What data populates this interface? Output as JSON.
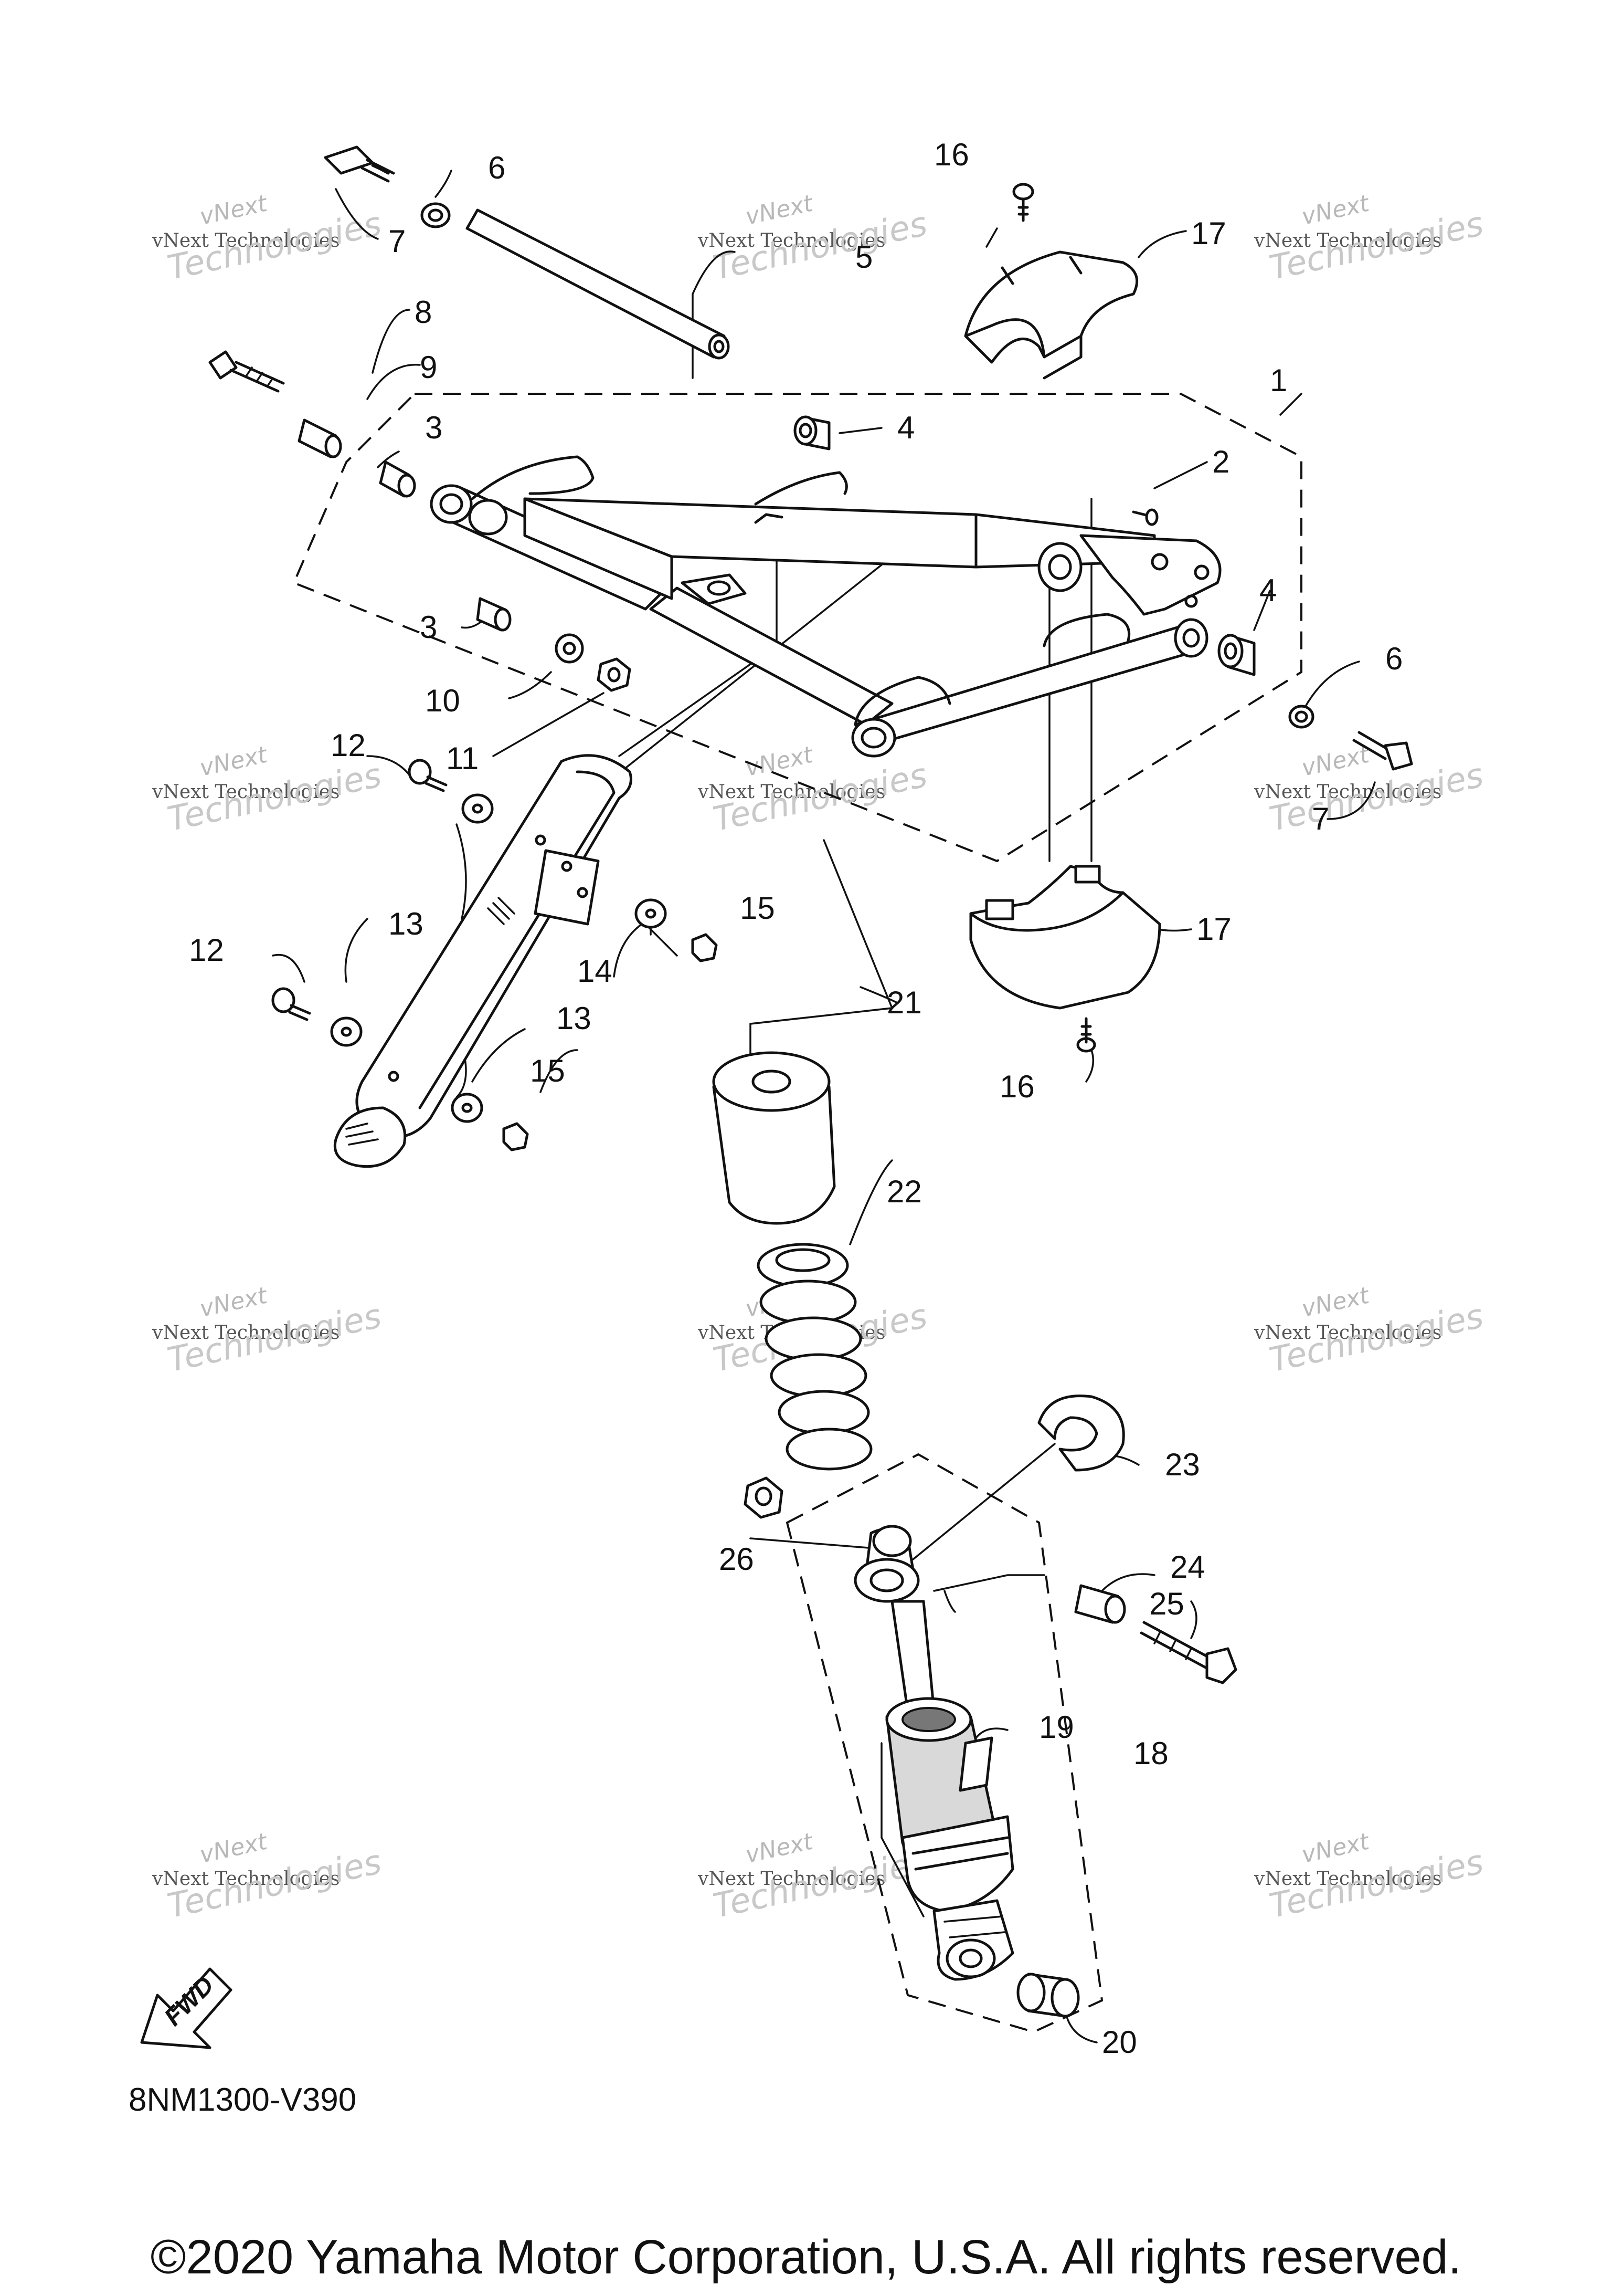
{
  "parts": {
    "p1": "1",
    "p2": "2",
    "p3a": "3",
    "p3b": "3",
    "p4a": "4",
    "p4b": "4",
    "p5": "5",
    "p6a": "6",
    "p6b": "6",
    "p7a": "7",
    "p7b": "7",
    "p8": "8",
    "p9": "9",
    "p10": "10",
    "p11": "11",
    "p12a": "12",
    "p12b": "12",
    "p13a": "13",
    "p13b": "13",
    "p14": "14",
    "p15a": "15",
    "p15b": "15",
    "p16a": "16",
    "p16b": "16",
    "p17a": "17",
    "p17b": "17",
    "p18": "18",
    "p19": "19",
    "p20": "20",
    "p21": "21",
    "p22": "22",
    "p23": "23",
    "p24": "24",
    "p25": "25",
    "p26": "26"
  },
  "watermark": {
    "line1": "vNext",
    "line2": "vNext Technologies",
    "line3": "Technologies"
  },
  "fwd_label": "FWD",
  "diagram_code": "8NM1300-V390",
  "copyright": "©2020 Yamaha Motor Corporation, U.S.A. All rights reserved."
}
